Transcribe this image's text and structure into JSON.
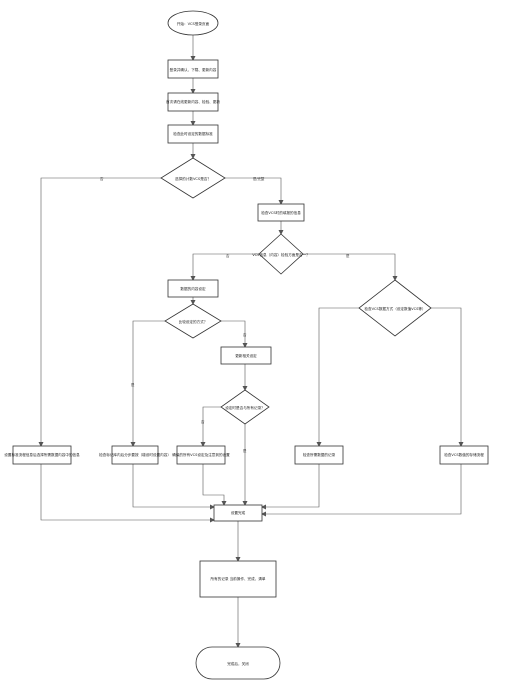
{
  "nodes": {
    "start": "开始：VCS登录页面",
    "prep": "登录并确认、下载、更新内容",
    "step2": "首次请在线更新内容、检验、更新",
    "step3": "检查此时设定的数据标准",
    "d1": "选择的计数VCS是否？",
    "step4": "检查VCS时的填报的信息",
    "d2": "VCS信息（内容）检验方面是否一？",
    "left_long": "设置标准流程信息后选择所需数据内容中的信息",
    "d3_yes_box": "数据的内容设定",
    "d3": "比较设定的方式？",
    "mid_left": "检查标记库内后分步要按（增设时设置内容）",
    "replace": "更新相关设定",
    "d4": "设定时是否与所有记录？",
    "mid_box": "确保的所有VCS设定及注意到的设置",
    "d5": "检查VCS数据方式（设定数值VCS等）",
    "right_left": "检查所需数据的记录",
    "right_right": "检查VCS数值的存储流程",
    "merge": "设置完成",
    "final": "所有的记录\n当前操作、完成、清单",
    "end": "完成后，关闭"
  },
  "edge_labels": {
    "e_left": "否",
    "e_right": "是/完整",
    "e_d2_left": "否",
    "e_d2_right": "是",
    "e_d3_down": "是",
    "e_d3_right": "否",
    "e_d4_left": "否",
    "e_d4_down": "是"
  }
}
